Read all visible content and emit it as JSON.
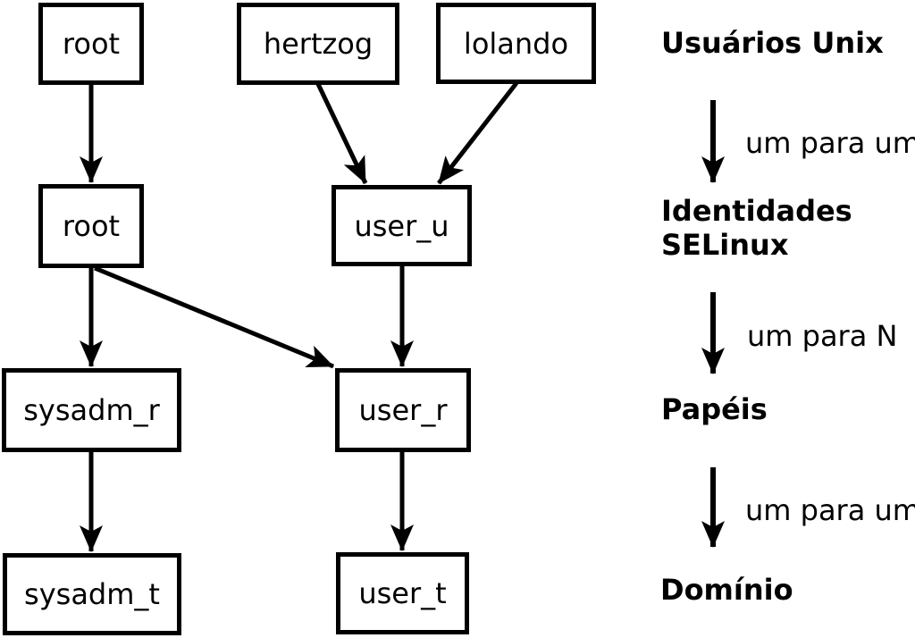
{
  "diagram": {
    "boxes": {
      "root_unix": "root",
      "hertzog": "hertzog",
      "lolando": "lolando",
      "root_selinux": "root",
      "user_u": "user_u",
      "sysadm_r": "sysadm_r",
      "user_r": "user_r",
      "sysadm_t": "sysadm_t",
      "user_t": "user_t"
    },
    "legend": {
      "level1": "Usuários Unix",
      "mapping1": "um para um",
      "level2_line1": "Identidades",
      "level2_line2": "SELinux",
      "mapping2": "um para N",
      "level3": "Papéis",
      "mapping3": "um para um",
      "level4": "Domínio"
    },
    "colors": {
      "foreground": "#000000",
      "background": "#ffffff"
    }
  }
}
